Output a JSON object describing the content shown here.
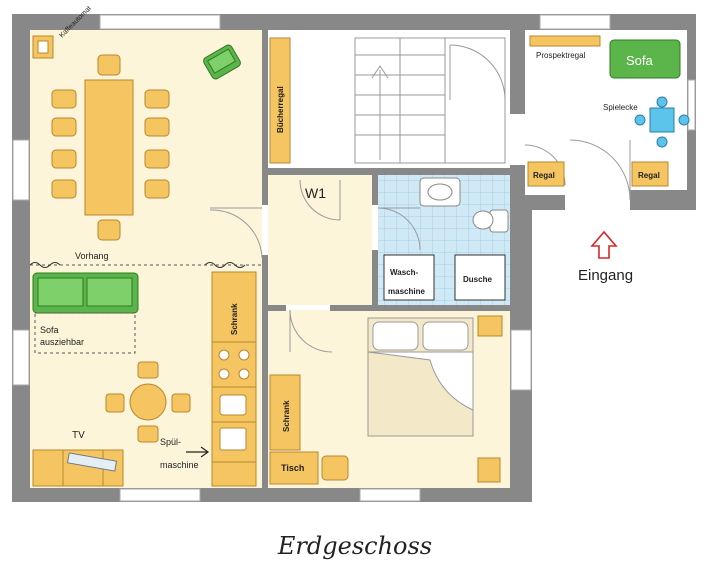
{
  "title": "Erdgeschoss",
  "labels": {
    "kaffeautomat": "Kaffeautomat",
    "vorhang": "Vorhang",
    "sofa_ausziehbar_1": "Sofa",
    "sofa_ausziehbar_2": "ausziehbar",
    "tv": "TV",
    "spuel_1": "Spül-",
    "spuel_2": "maschine",
    "schrank_kitchen": "Schrank",
    "buecherregal": "Bücherregal",
    "w1": "W1",
    "waschmaschine_1": "Wasch-",
    "waschmaschine_2": "maschine",
    "dusche": "Dusche",
    "schrank_bedroom": "Schrank",
    "tisch": "Tisch",
    "prospektregal": "Prospektregal",
    "sofa_entrance": "Sofa",
    "spielecke": "Spielecke",
    "regal_left": "Regal",
    "regal_right": "Regal",
    "eingang": "Eingang"
  },
  "colors": {
    "wall": "#888888",
    "floor": "#fdf5da",
    "furniture": "#f4c560",
    "furniture_stroke": "#b8862e",
    "sofa": "#5cb54a",
    "bath_tile": "#cfe9f7",
    "bed": "#f3e9c8",
    "arrow": "#d62828"
  },
  "icons": {
    "entrance_arrow": "up-arrow-icon",
    "dishwasher_arrow": "right-arrow-icon"
  }
}
